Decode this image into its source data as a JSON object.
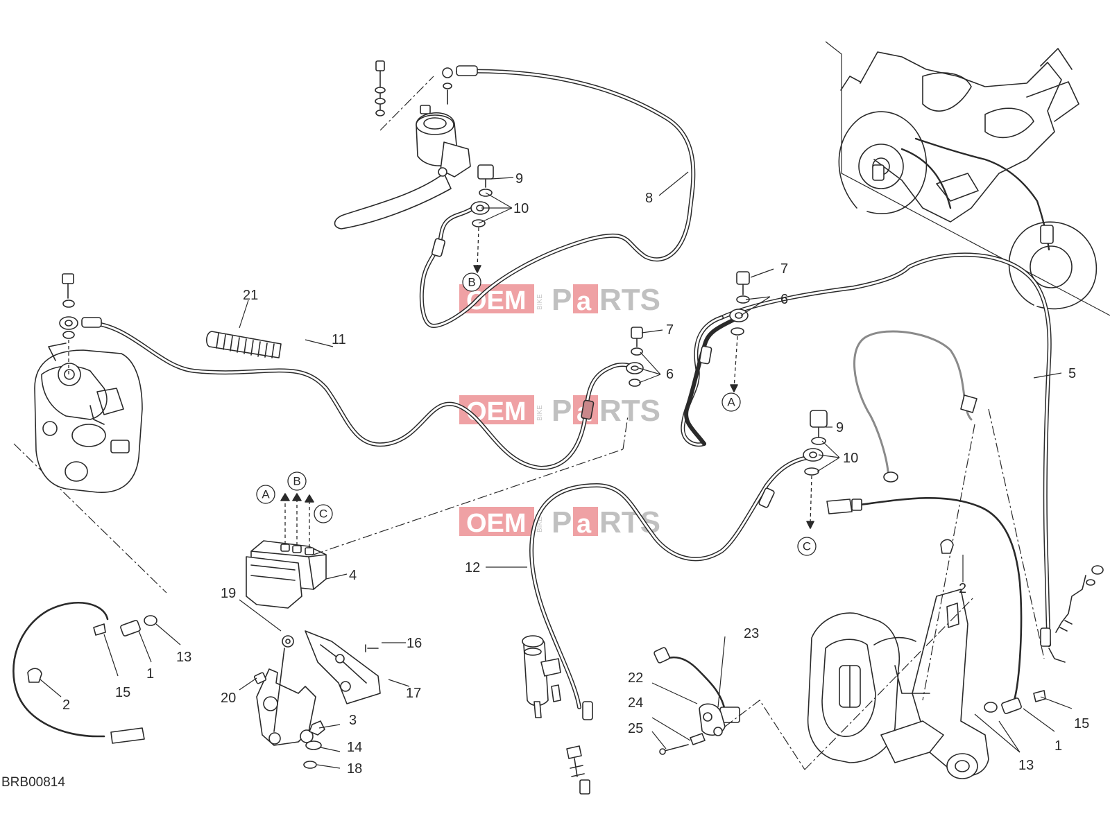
{
  "diagram_code": "BRB00814",
  "part_labels": {
    "p1a": "1",
    "p1b": "1",
    "p2a": "2",
    "p2b": "2",
    "p3": "3",
    "p4": "4",
    "p5": "5",
    "p6a": "6",
    "p6b": "6",
    "p7a": "7",
    "p7b": "7",
    "p8": "8",
    "p9a": "9",
    "p9b": "9",
    "p10a": "10",
    "p10b": "10",
    "p11": "11",
    "p12": "12",
    "p13a": "13",
    "p13b": "13",
    "p14": "14",
    "p15a": "15",
    "p15b": "15",
    "p16": "16",
    "p17": "17",
    "p18": "18",
    "p19": "19",
    "p20": "20",
    "p21": "21",
    "p22": "22",
    "p23": "23",
    "p24": "24",
    "p25": "25"
  },
  "connection_markers": {
    "a_front": "A",
    "a_abs": "A",
    "b_master": "B",
    "b_abs": "B",
    "c_abs": "C",
    "c_rear": "C"
  },
  "watermark": {
    "left_word": "OEM",
    "small_word": "BIKE",
    "right_word_1": "P",
    "right_word_highlight": "a",
    "right_word_2": "RTS",
    "highlight_color": "#e2555a"
  },
  "colors": {
    "line": "#2a2a2a",
    "background": "#ffffff"
  }
}
